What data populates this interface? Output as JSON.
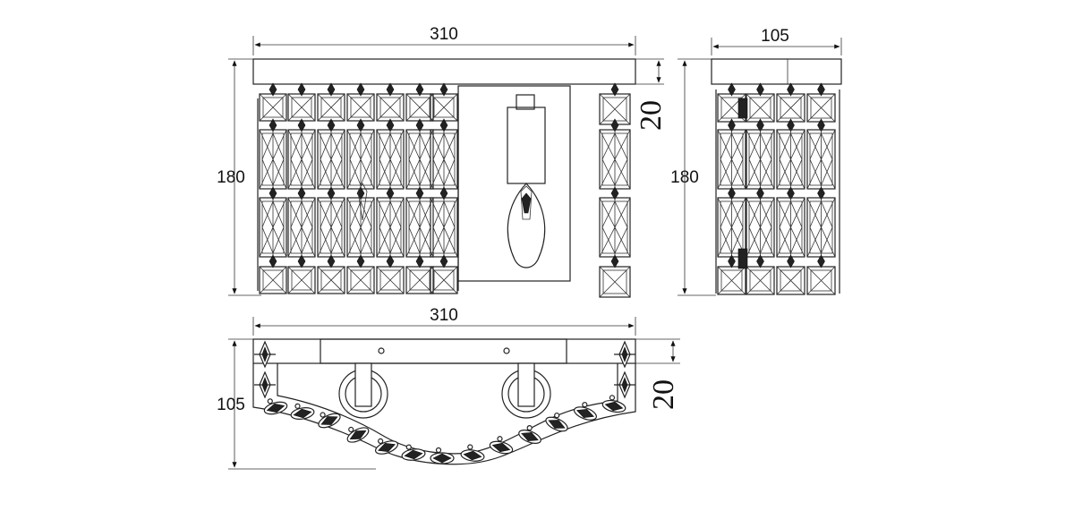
{
  "dimensions": {
    "front_width": "310",
    "front_height": "180",
    "front_top_plate": "20",
    "side_width": "105",
    "side_height": "180",
    "top_width": "310",
    "top_depth": "105",
    "top_plate": "20"
  },
  "colors": {
    "line": "#222222",
    "background": "#ffffff"
  }
}
